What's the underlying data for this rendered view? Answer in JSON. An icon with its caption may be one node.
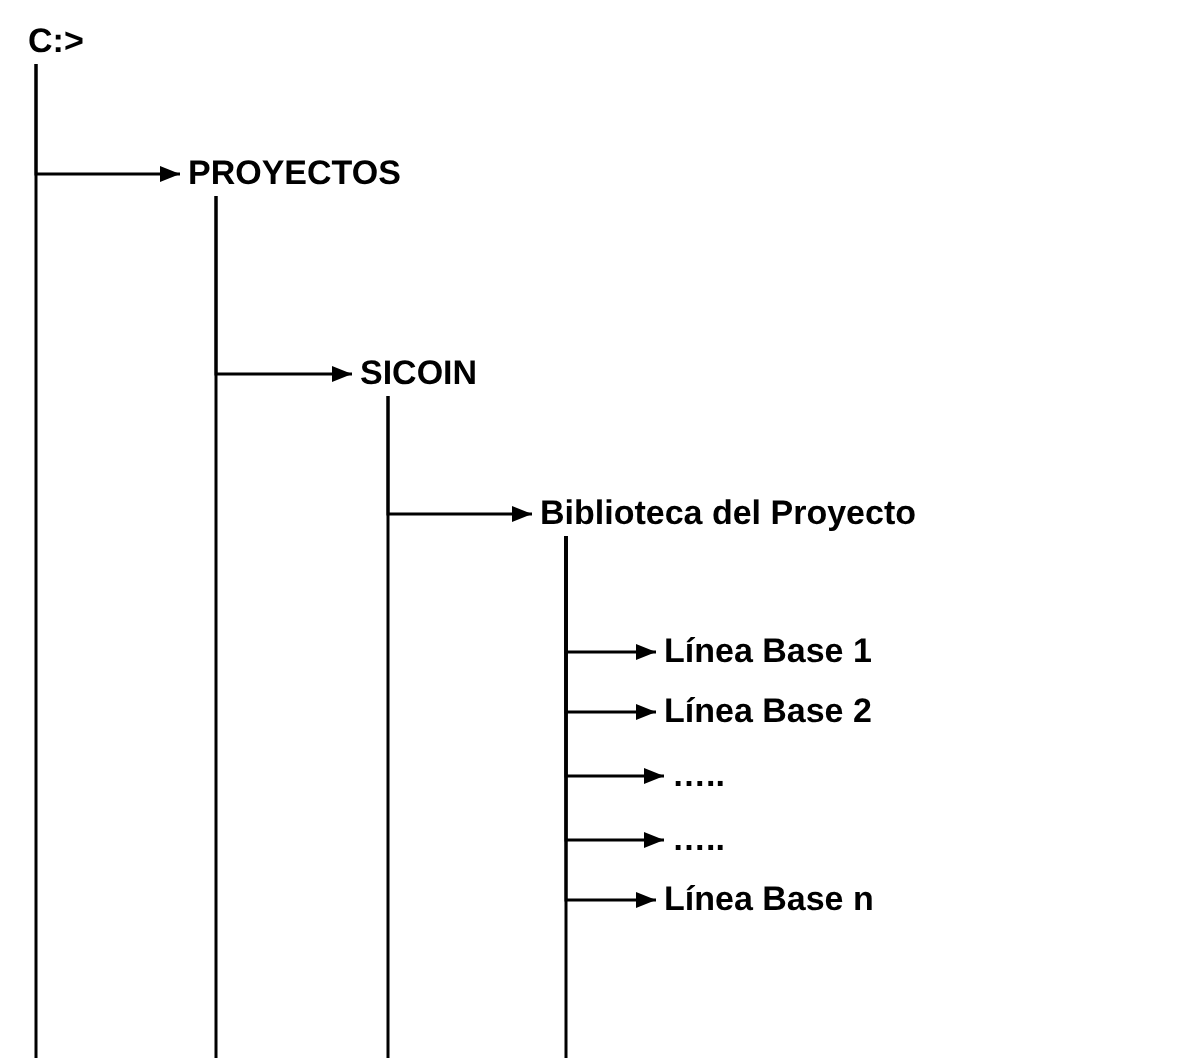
{
  "diagram": {
    "nodes": [
      {
        "text": [
          "C:>"
        ]
      },
      {
        "text": [
          "PROYECTOS"
        ]
      },
      {
        "text": [
          "SICOIN"
        ]
      },
      {
        "text": [
          "Biblioteca del Proyecto"
        ]
      },
      {
        "text": [
          "Línea Base 1"
        ]
      },
      {
        "text": [
          "Línea Base 2"
        ]
      },
      {
        "text": [
          "….."
        ]
      },
      {
        "text": [
          "….."
        ]
      },
      {
        "text": [
          "Línea Base n"
        ]
      }
    ],
    "edges": [
      {
        "from": 0,
        "to": 1,
        "arrow": "to"
      },
      {
        "from": 1,
        "to": 2,
        "arrow": "to"
      },
      {
        "from": 2,
        "to": 3,
        "arrow": "to"
      },
      {
        "from": 3,
        "to": 4,
        "arrow": "to"
      },
      {
        "from": 3,
        "to": 5,
        "arrow": "to"
      },
      {
        "from": 3,
        "to": 6,
        "arrow": "to"
      },
      {
        "from": 3,
        "to": 7,
        "arrow": "to"
      },
      {
        "from": 3,
        "to": 8,
        "arrow": "to"
      }
    ]
  }
}
